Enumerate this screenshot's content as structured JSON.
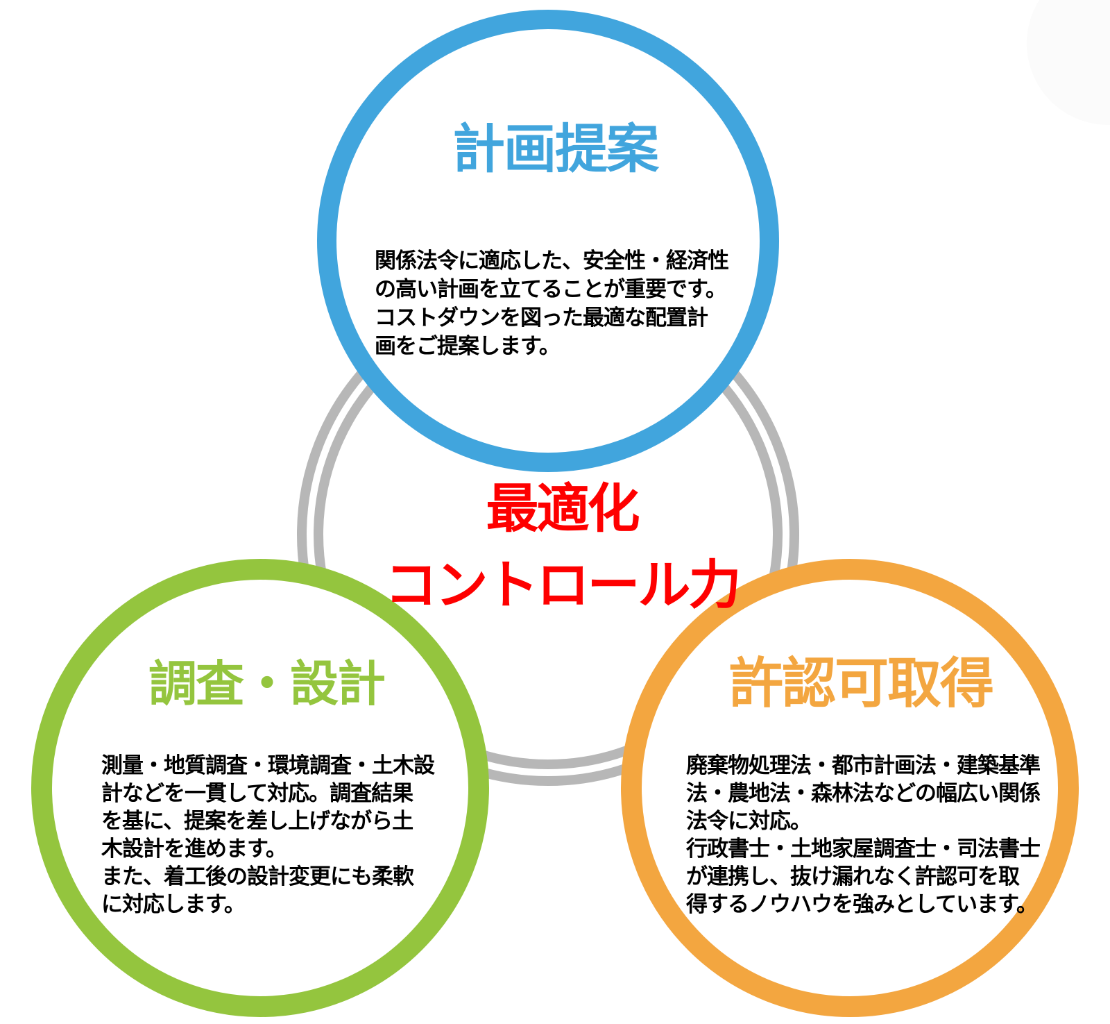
{
  "diagram": {
    "center_label": {
      "text": "最適化\nコントロール力",
      "color": "#fe0000"
    },
    "nodes": [
      {
        "id": "plan",
        "title": "計画提案",
        "color": "#41a5dd",
        "description": "関係法令に適応した、安全性・経済性\nの高い計画を立てることが重要です。\nコストダウンを図った最適な配置計\n画をご提案します。"
      },
      {
        "id": "survey-design",
        "title": "調査・設計",
        "color": "#94c53e",
        "description": "測量・地質調査・環境調査・土木設\n計などを一貫して対応。調査結果\nを基に、提案を差し上げながら土\n木設計を進めます。\nまた、着工後の設計変更にも柔軟\nに対応します。"
      },
      {
        "id": "permits",
        "title": "許認可取得",
        "color": "#f3a640",
        "description": "廃棄物処理法・都市計画法・建築基準\n法・農地法・森林法などの幅広い関係\n法令に対応。\n行政書士・土地家屋調査士・司法書士\nが連携し、抜け漏れなく許認可を取\n得するノウハウを強みとしています。"
      }
    ],
    "decor": {
      "ring_color": "#b7b7b7",
      "body_text_color": "#000000",
      "background_color": "#ffffff",
      "corner_blob_color": "#fbfbfb"
    }
  }
}
